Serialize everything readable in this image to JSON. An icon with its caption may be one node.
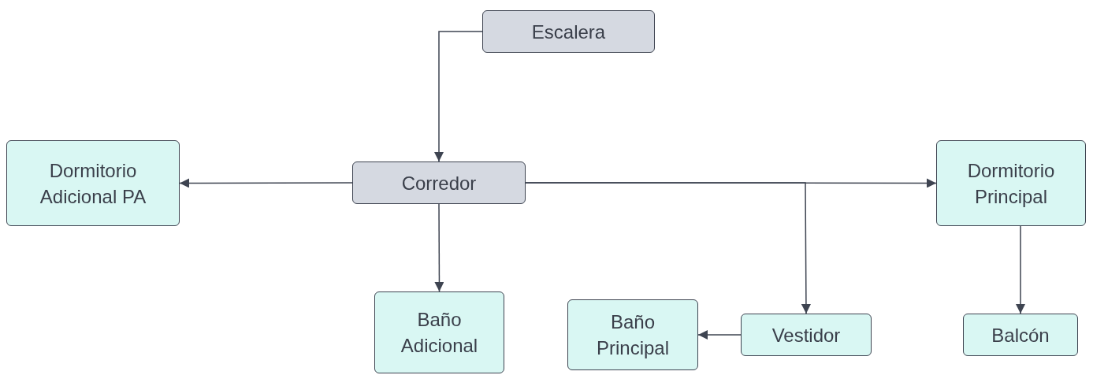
{
  "diagram": {
    "nodes": [
      {
        "text": [
          "Escalera"
        ]
      },
      {
        "text": [
          "Dormitorio Adicional PA"
        ]
      },
      {
        "text": [
          "Corredor"
        ]
      },
      {
        "text": [
          "Dormitorio Principal"
        ]
      },
      {
        "text": [
          "Baño Adicional"
        ]
      },
      {
        "text": [
          "Baño Principal"
        ]
      },
      {
        "text": [
          "Vestidor"
        ]
      },
      {
        "text": [
          "Balcón"
        ]
      }
    ],
    "edges": [
      {
        "from": 0,
        "to": 2,
        "arrow": "to"
      },
      {
        "from": 2,
        "to": 1,
        "arrow": "to"
      },
      {
        "from": 2,
        "to": 3,
        "arrow": "to"
      },
      {
        "from": 2,
        "to": 6,
        "arrow": "to"
      },
      {
        "from": 2,
        "to": 4,
        "arrow": "to"
      },
      {
        "from": 6,
        "to": 5,
        "arrow": "to"
      },
      {
        "from": 3,
        "to": 7,
        "arrow": "to"
      }
    ]
  }
}
